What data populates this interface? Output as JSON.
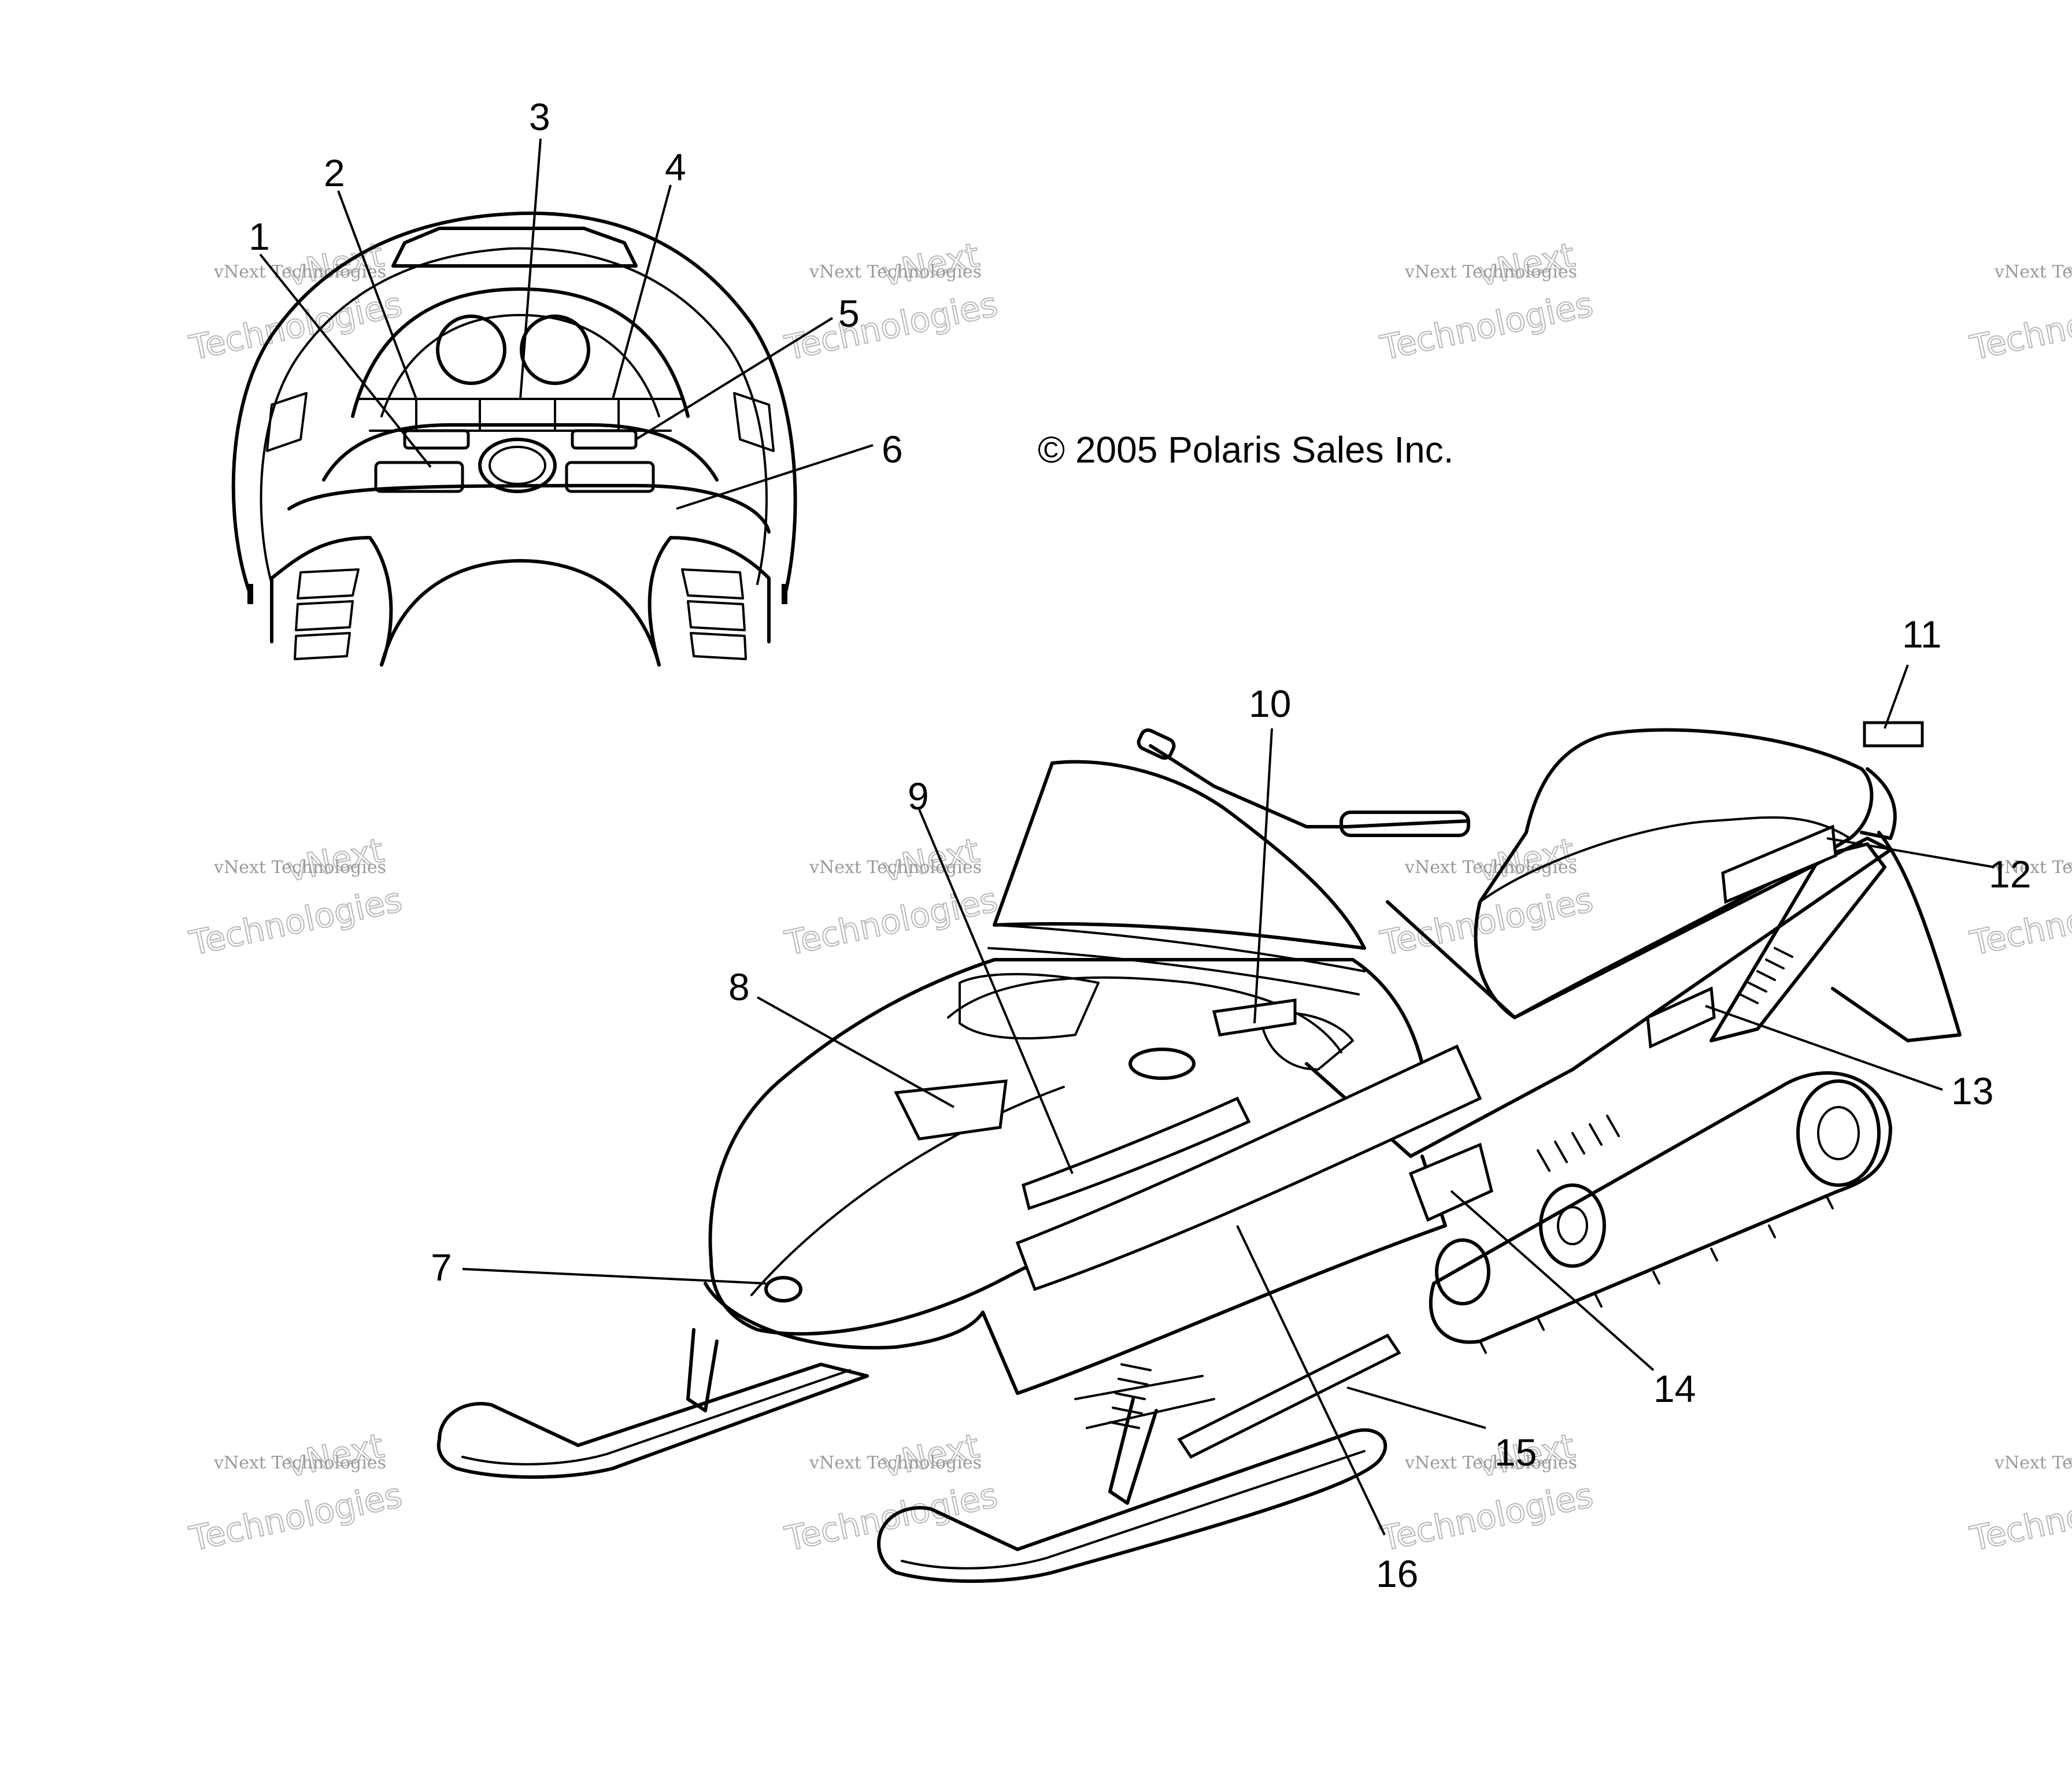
{
  "copyright": "© 2005 Polaris Sales Inc.",
  "watermark": {
    "line1": "vNext Technologies",
    "line2": "vNext",
    "line3": "Technologies"
  },
  "callouts": [
    {
      "number": "1"
    },
    {
      "number": "2"
    },
    {
      "number": "3"
    },
    {
      "number": "4"
    },
    {
      "number": "5"
    },
    {
      "number": "6"
    },
    {
      "number": "7"
    },
    {
      "number": "8"
    },
    {
      "number": "9"
    },
    {
      "number": "10"
    },
    {
      "number": "11"
    },
    {
      "number": "12"
    },
    {
      "number": "13"
    },
    {
      "number": "14"
    },
    {
      "number": "15"
    },
    {
      "number": "16"
    }
  ]
}
